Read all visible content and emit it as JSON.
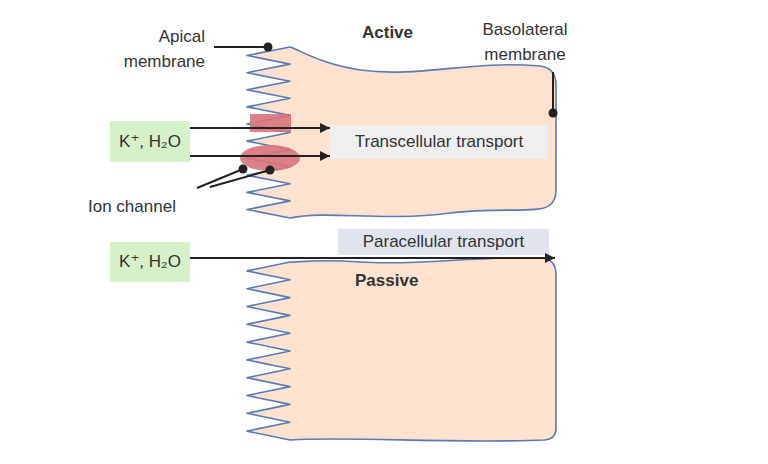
{
  "diagram": {
    "nodes": [
      {
        "text": [
          "Active"
        ]
      },
      {
        "text": [
          "K⁺, H₂O"
        ]
      },
      {
        "text": [
          "Transcellular transport"
        ],
        "in": 0
      },
      {
        "text": [
          "K⁺, H₂O"
        ]
      },
      {
        "text": [
          "Paracellular transport"
        ]
      },
      {
        "text": [
          "Passive"
        ]
      }
    ],
    "edges": [
      {
        "from": 1,
        "to": 2,
        "arrow": "to"
      },
      {
        "from": 1,
        "to": 2,
        "arrow": "to"
      },
      {
        "from": 3,
        "to": 4,
        "arrow": "to"
      }
    ],
    "labels": [
      "Apical membrane",
      "Basolateral membrane",
      "Ion channel"
    ]
  }
}
